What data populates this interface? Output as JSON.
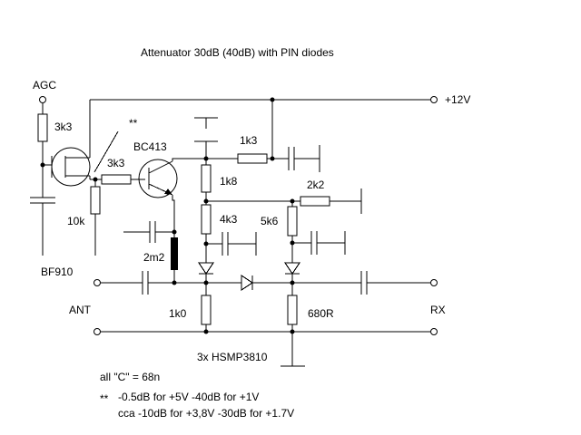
{
  "title": "Attenuator 30dB  (40dB) with PIN diodes",
  "labels": {
    "agc": "AGC",
    "r_agc": "3k3",
    "star_top": "**",
    "transistor": "BC413",
    "r_base": "3k3",
    "r_1k3": "1k3",
    "r_1k8": "1k8",
    "r_2k2": "2k2",
    "r_10k": "10k",
    "r_4k3": "4k3",
    "r_5k6": "5k6",
    "choke": "2m2",
    "fet": "BF910",
    "ant": "ANT",
    "r_1k0": "1k0",
    "r_680": "680R",
    "supply": "+12V",
    "rx": "RX",
    "diodes": "3x HSMP3810",
    "cap_note": "all \"C\" = 68n",
    "note_star": "**",
    "note1": "-0.5dB for +5V  -40dB for +1V",
    "note2": "cca -10dB for +3,8V -30dB for +1.7V"
  }
}
